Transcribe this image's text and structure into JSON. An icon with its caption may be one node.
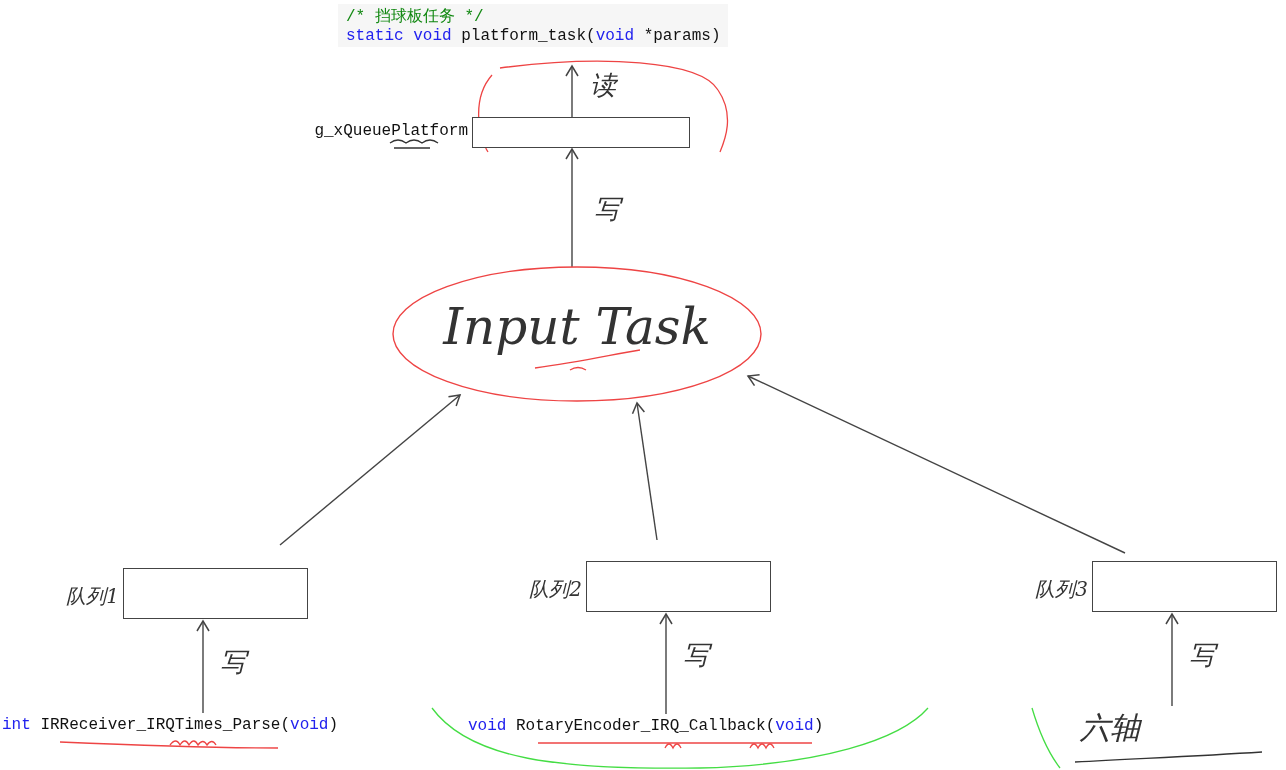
{
  "diagram": {
    "nodes": [
      {
        "text": [
          "/* 挡球板任务 */",
          "static void platform_task(void *params)"
        ]
      },
      {
        "text": [
          "g_xQueuePlatform"
        ]
      },
      {
        "text": [
          "Input Task"
        ]
      },
      {
        "text": [
          "队列1"
        ]
      },
      {
        "text": [
          "队列2"
        ]
      },
      {
        "text": [
          "队列3"
        ]
      },
      {
        "text": [
          "int IRReceiver_IRQTimes_Parse(void)"
        ]
      },
      {
        "text": [
          "void RotaryEncoder_IRQ_Callback(void)"
        ]
      },
      {
        "text": [
          "六轴"
        ]
      }
    ],
    "edges": [
      {
        "from": 1,
        "to": 0,
        "arrow": "to",
        "label": "读"
      },
      {
        "from": 2,
        "to": 1,
        "arrow": "to",
        "label": "写"
      },
      {
        "from": 3,
        "to": 2,
        "arrow": "to"
      },
      {
        "from": 4,
        "to": 2,
        "arrow": "to"
      },
      {
        "from": 5,
        "to": 2,
        "arrow": "to"
      },
      {
        "from": 6,
        "to": 3,
        "arrow": "to",
        "label": "写"
      },
      {
        "from": 7,
        "to": 4,
        "arrow": "to",
        "label": "写"
      },
      {
        "from": 8,
        "to": 5,
        "arrow": "to",
        "label": "写"
      }
    ]
  }
}
